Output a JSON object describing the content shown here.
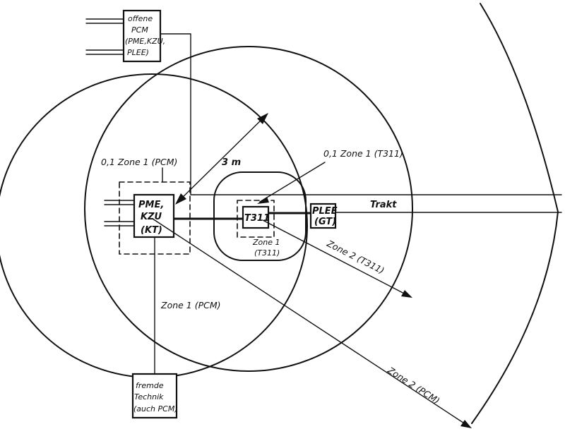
{
  "labels": {
    "offene_pcm": [
      "offene",
      "PCM",
      "(PME,KZU,",
      "PLEE)"
    ],
    "pme_kzu": [
      "PME,",
      "KZU",
      "(KT)"
    ],
    "t311": "T311",
    "plee_gt": [
      "PLEE",
      "(GT)"
    ],
    "fremde_technik": [
      "fremde",
      "Technik",
      "(auch PCM)"
    ],
    "zone01_pcm": "0,1 Zone 1 (PCM)",
    "zone01_t311": "0,1 Zone 1 (T311)",
    "distance": "3 m",
    "trakt": "Trakt",
    "zone1_t311": [
      "Zone 1",
      "(T311)"
    ],
    "zone2_t311": "Zone 2 (T311)",
    "zone1_pcm": "Zone 1 (PCM)",
    "zone2_pcm": "Zone 2 (PCM)"
  }
}
